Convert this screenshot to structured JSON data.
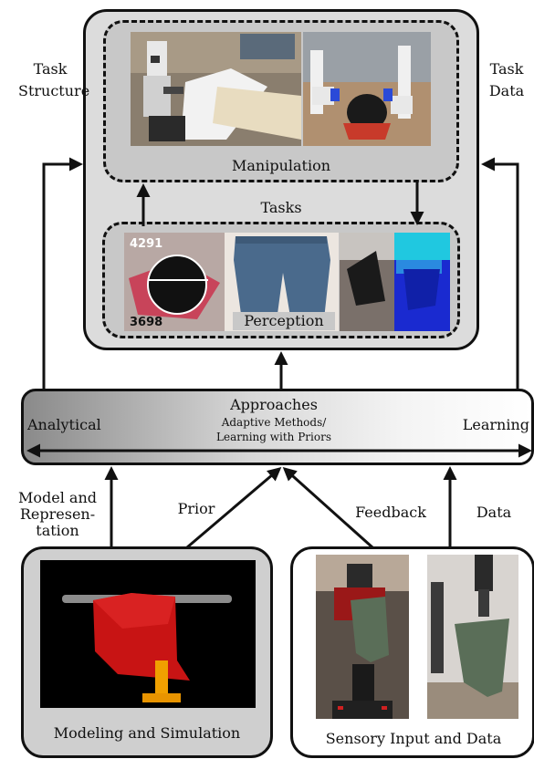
{
  "outer_labels": {
    "task_structure": [
      "Task",
      "Structure"
    ],
    "task_data": [
      "Task",
      "Data"
    ]
  },
  "tasks": {
    "label": "Tasks",
    "manipulation_label": "Manipulation",
    "perception_label": "Perception",
    "perception_numbers": [
      "4291",
      "3698"
    ]
  },
  "approaches": {
    "title": "Approaches",
    "subtitle_line1": "Adaptive Methods/",
    "subtitle_line2": "Learning with Priors",
    "left": "Analytical",
    "right": "Learning"
  },
  "arrow_labels": {
    "model": [
      "Model and",
      "Represen-",
      "tation"
    ],
    "prior": "Prior",
    "feedback": "Feedback",
    "data": "Data"
  },
  "bottom": {
    "modeling_label": "Modeling and Simulation",
    "sensory_label": "Sensory Input and Data"
  },
  "colors": {
    "cloth_red": "#c81414",
    "jeans_blue": "#4a6a8c",
    "depth_blue": "#1a2ad0",
    "depth_cyan": "#20c8e0",
    "robot_red": "#9a1818",
    "cloth_green": "#5a6e58"
  }
}
